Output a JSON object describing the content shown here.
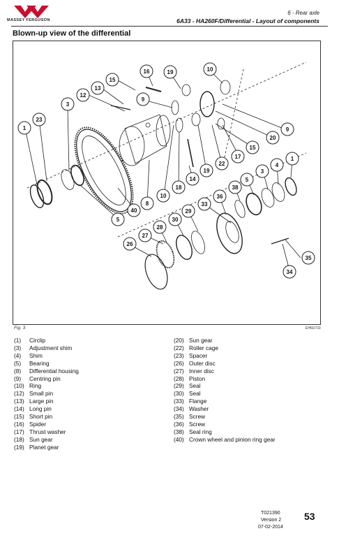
{
  "header": {
    "brand": "MASSEY FERGUSON",
    "section": "6 - Rear axle",
    "doc_title": "6A33 - HA260F/Differential - Layout of components"
  },
  "page_title": "Blown-up view of the differential",
  "figure": {
    "caption": "Fig. 3",
    "ref": "EH6U733",
    "callouts": [
      "1",
      "23",
      "3",
      "12",
      "13",
      "15",
      "16",
      "19",
      "10",
      "9",
      "20",
      "9",
      "15",
      "17",
      "22",
      "19",
      "14",
      "18",
      "10",
      "8",
      "40",
      "5",
      "1",
      "4",
      "3",
      "5",
      "38",
      "36",
      "33",
      "29",
      "30",
      "28",
      "27",
      "26",
      "35",
      "34"
    ]
  },
  "legend": {
    "left": [
      {
        "num": "(1)",
        "label": "Circlip"
      },
      {
        "num": "(3)",
        "label": "Adjustment shim"
      },
      {
        "num": "(4)",
        "label": "Shim"
      },
      {
        "num": "(5)",
        "label": "Bearing"
      },
      {
        "num": "(8)",
        "label": "Differential housing"
      },
      {
        "num": "(9)",
        "label": "Centring pin"
      },
      {
        "num": "(10)",
        "label": "Ring"
      },
      {
        "num": "(12)",
        "label": "Small pin"
      },
      {
        "num": "(13)",
        "label": "Large pin"
      },
      {
        "num": "(14)",
        "label": "Long pin"
      },
      {
        "num": "(15)",
        "label": "Short pin"
      },
      {
        "num": "(16)",
        "label": "Spider"
      },
      {
        "num": "(17)",
        "label": "Thrust washer"
      },
      {
        "num": "(18)",
        "label": "Sun gear"
      },
      {
        "num": "(19)",
        "label": "Planet gear"
      }
    ],
    "right": [
      {
        "num": "(20)",
        "label": "Sun gear"
      },
      {
        "num": "(22)",
        "label": "Roller cage"
      },
      {
        "num": "(23)",
        "label": "Spacer"
      },
      {
        "num": "(26)",
        "label": "Outer disc"
      },
      {
        "num": "(27)",
        "label": "Inner disc"
      },
      {
        "num": "(28)",
        "label": "Piston"
      },
      {
        "num": "(29)",
        "label": "Seal"
      },
      {
        "num": "(30)",
        "label": "Seal"
      },
      {
        "num": "(33)",
        "label": "Flange"
      },
      {
        "num": "(34)",
        "label": "Washer"
      },
      {
        "num": "(35)",
        "label": "Screw"
      },
      {
        "num": "(36)",
        "label": "Screw"
      },
      {
        "num": "(38)",
        "label": "Seal ring"
      },
      {
        "num": "(40)",
        "label": "Crown wheel and pinion ring gear"
      }
    ]
  },
  "footer": {
    "ref_code": "T021390",
    "version": "Version 2",
    "date": "07-02-2014",
    "page": "53"
  },
  "colors": {
    "brand_red": "#c8102e",
    "ink": "#111111"
  }
}
